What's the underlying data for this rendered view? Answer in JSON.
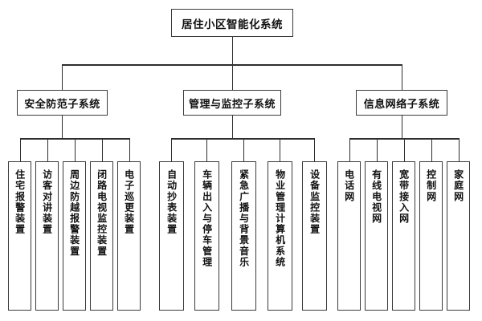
{
  "diagram": {
    "title": "居住小区智能化系统",
    "root": {
      "label": "居住小区智能化系统"
    },
    "branches": [
      {
        "label": "安全防范子系统",
        "leaves": [
          {
            "label": "住宅报警装置"
          },
          {
            "label": "访客对讲装置"
          },
          {
            "label": "周边防越报警装置"
          },
          {
            "label": "闭路电视监控装置"
          },
          {
            "label": "电子巡更装置"
          }
        ]
      },
      {
        "label": "管理与监控子系统",
        "leaves": [
          {
            "label": "自动抄表装置"
          },
          {
            "label": "车辆出入与停车管理"
          },
          {
            "label": "紧急广播与背景音乐"
          },
          {
            "label": "物业管理计算机系统"
          },
          {
            "label": "设备监控装置"
          }
        ]
      },
      {
        "label": "信息网络子系统",
        "leaves": [
          {
            "label": "电话网"
          },
          {
            "label": "有线电视网"
          },
          {
            "label": "宽带接入网"
          },
          {
            "label": "控制网"
          },
          {
            "label": "家庭网"
          }
        ]
      }
    ],
    "colors": {
      "background": "#ffffff",
      "box_border": "#3a3a3a",
      "line": "#2e2e2e",
      "text": "#111111"
    }
  }
}
